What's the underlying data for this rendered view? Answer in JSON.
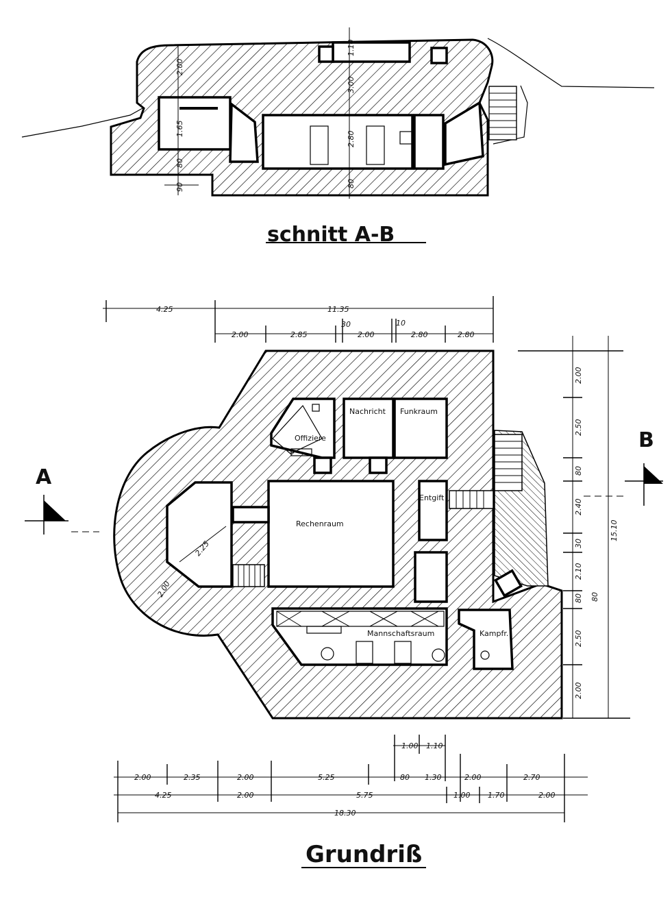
{
  "section": {
    "title": "schnitt A-B",
    "dims": {
      "left_top": "2.00",
      "left_mid": "1.65",
      "left_low": "80",
      "left_base": "90",
      "center_top": "1.10",
      "center_mid": "3.00",
      "center_room": "2.80",
      "center_base": "80"
    }
  },
  "plan": {
    "title": "Grundriß",
    "marker_a": "A",
    "marker_b": "B",
    "rooms": {
      "offiziere": "Offiziere",
      "nachrichten": "Nachricht",
      "funkraum": "Funkraum",
      "rechenraum": "Rechenraum",
      "entgifter": "Entgift",
      "mannschaftsraum": "Mannschaftsraum",
      "kampfraum": "Kampfr.",
      "oct_dim_a": "2.25",
      "oct_dim_b": "2.00"
    },
    "top_dims": {
      "row1": [
        "4.25",
        "11.35"
      ],
      "row2": [
        "2.00",
        "2.85",
        "30",
        "2.00",
        "10",
        "2.80",
        "2.80"
      ]
    },
    "right_dims": {
      "inner": [
        "2.00",
        "2.50",
        "80",
        "2.40",
        "30",
        "2.10",
        "80",
        "80",
        "2.50",
        "2.00"
      ],
      "total": "15.10"
    },
    "bottom_dims": {
      "row0": [
        "1.00",
        "1.10"
      ],
      "row1": [
        "2.00",
        "2.35",
        "2.00",
        "5.25",
        "80",
        "1.30",
        "2.00",
        "2.70"
      ],
      "row2": [
        "4.25",
        "2.00",
        "5.75",
        "1.00",
        "1.70",
        "2.00"
      ],
      "total": "18.30"
    }
  }
}
